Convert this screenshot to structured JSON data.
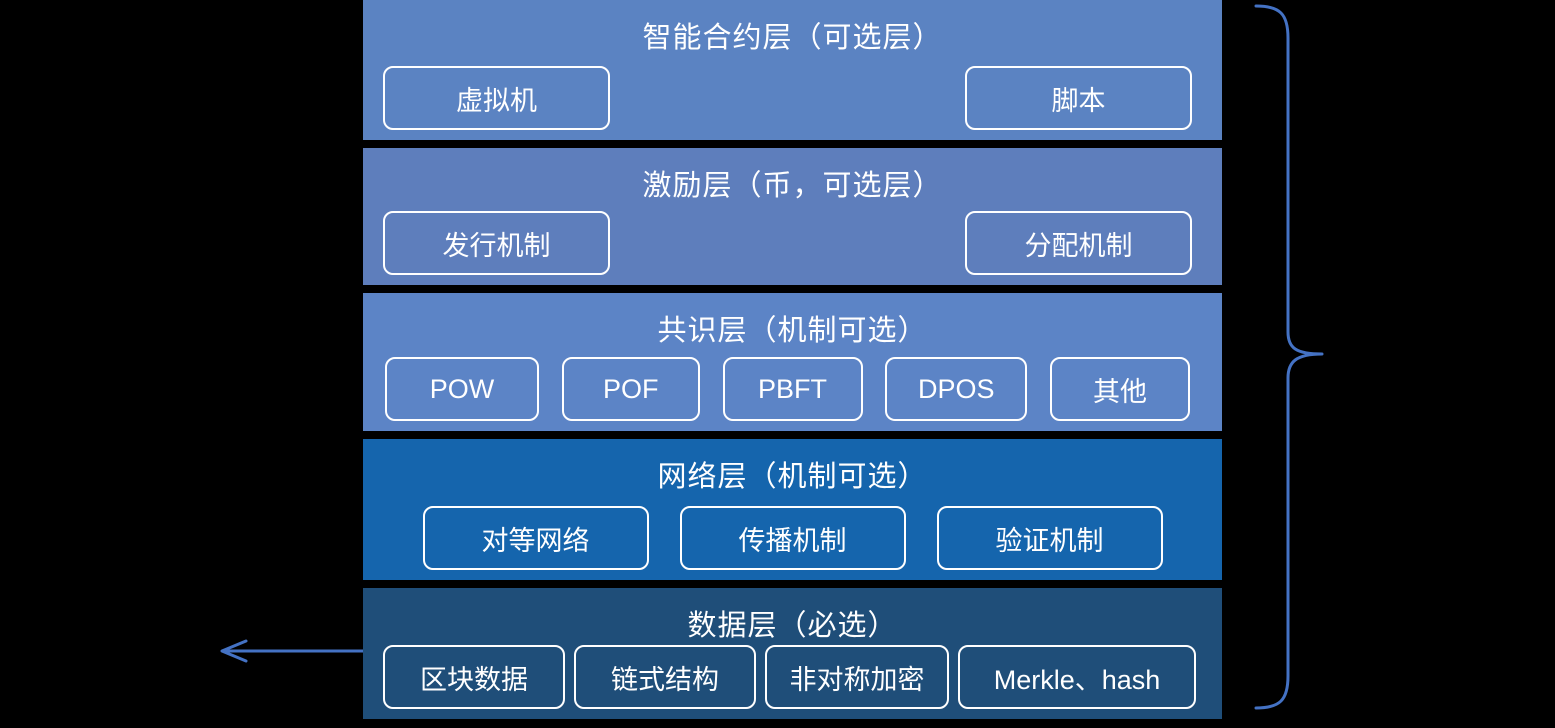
{
  "colors": {
    "background": "#000000",
    "connector": "#4472c4",
    "box_border": "#ffffff",
    "text": "#ffffff"
  },
  "layers": [
    {
      "title": "智能合约层（可选层）",
      "color": "#5b83c2",
      "items": [
        "虚拟机",
        "脚本"
      ]
    },
    {
      "title": "激励层（币，可选层）",
      "color": "#5e7ebc",
      "items": [
        "发行机制",
        "分配机制"
      ]
    },
    {
      "title": "共识层（机制可选）",
      "color": "#5c84c6",
      "items": [
        "POW",
        "POF",
        "PBFT",
        "DPOS",
        "其他"
      ]
    },
    {
      "title": "网络层（机制可选）",
      "color": "#1565ad",
      "items": [
        "对等网络",
        "传播机制",
        "验证机制"
      ]
    },
    {
      "title": "数据层（必选）",
      "color": "#1f4e79",
      "items": [
        "区块数据",
        "链式结构",
        "非对称加密",
        "Merkle、hash"
      ]
    }
  ]
}
